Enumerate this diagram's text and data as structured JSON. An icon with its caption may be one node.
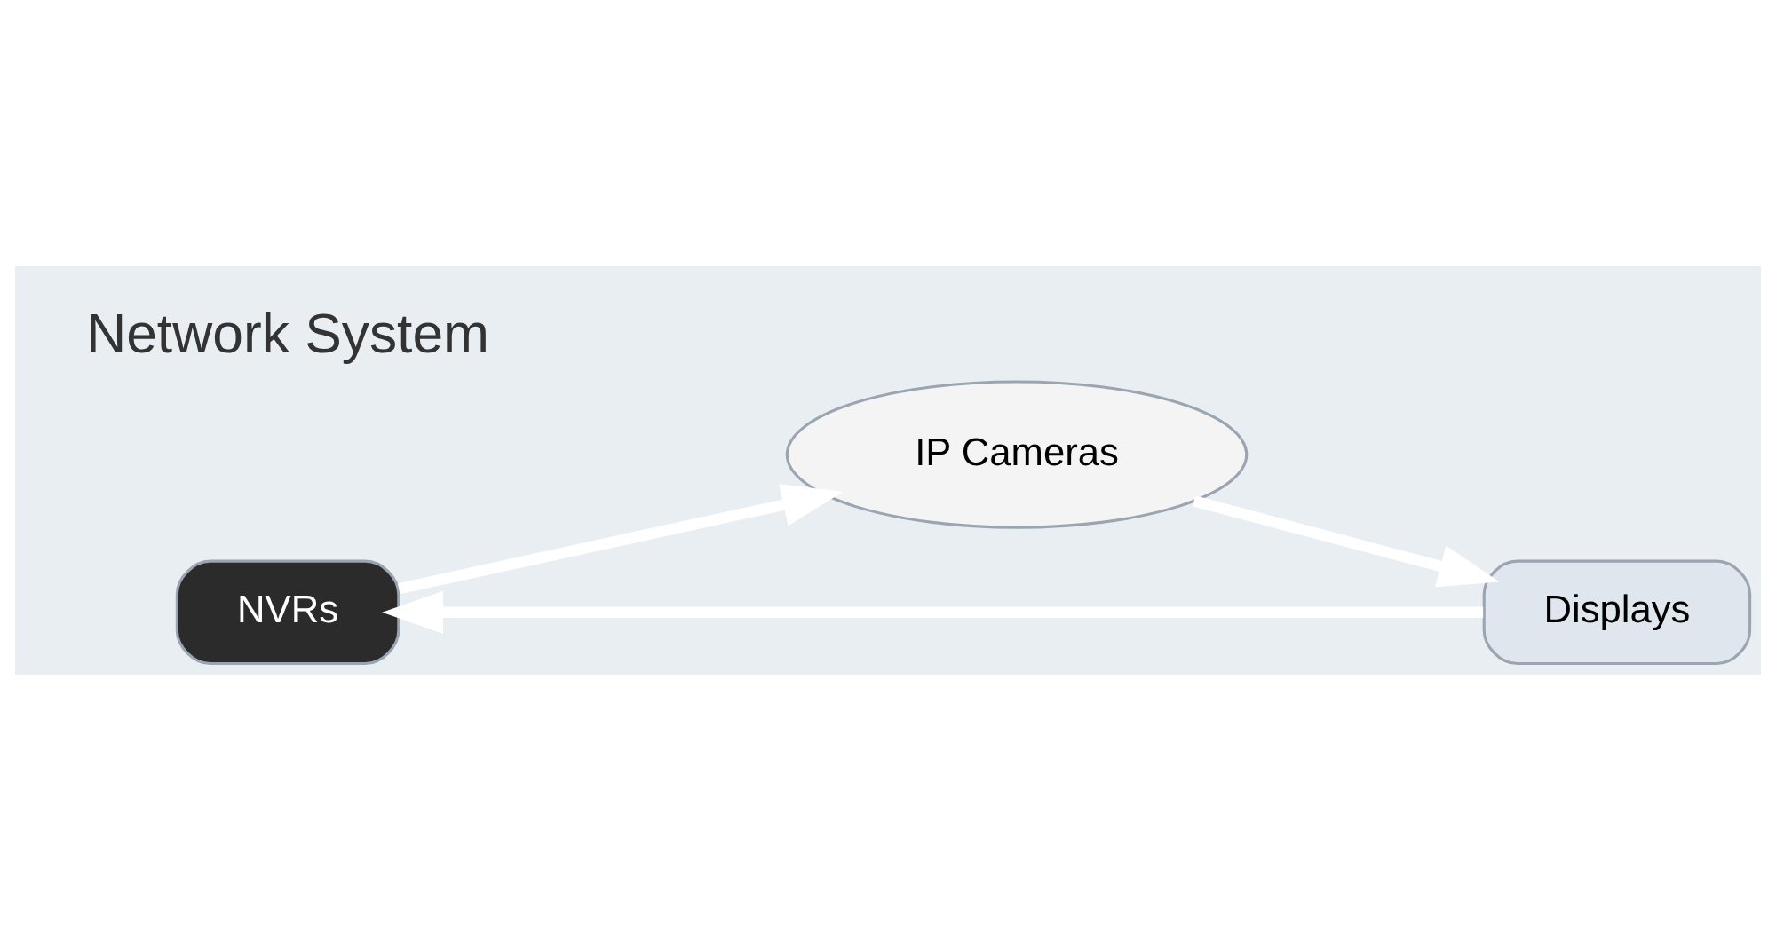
{
  "diagram": {
    "nodes": [
      {
        "text": [
          "NVRs"
        ]
      },
      {
        "text": [
          "IP Cameras"
        ]
      },
      {
        "text": [
          "Displays"
        ]
      }
    ],
    "edges": [
      {
        "from": 0,
        "to": 1,
        "arrow": "to"
      },
      {
        "from": 1,
        "to": 2,
        "arrow": "to"
      },
      {
        "from": 2,
        "to": 0,
        "arrow": "to"
      }
    ],
    "labels": [
      "Network System"
    ]
  }
}
